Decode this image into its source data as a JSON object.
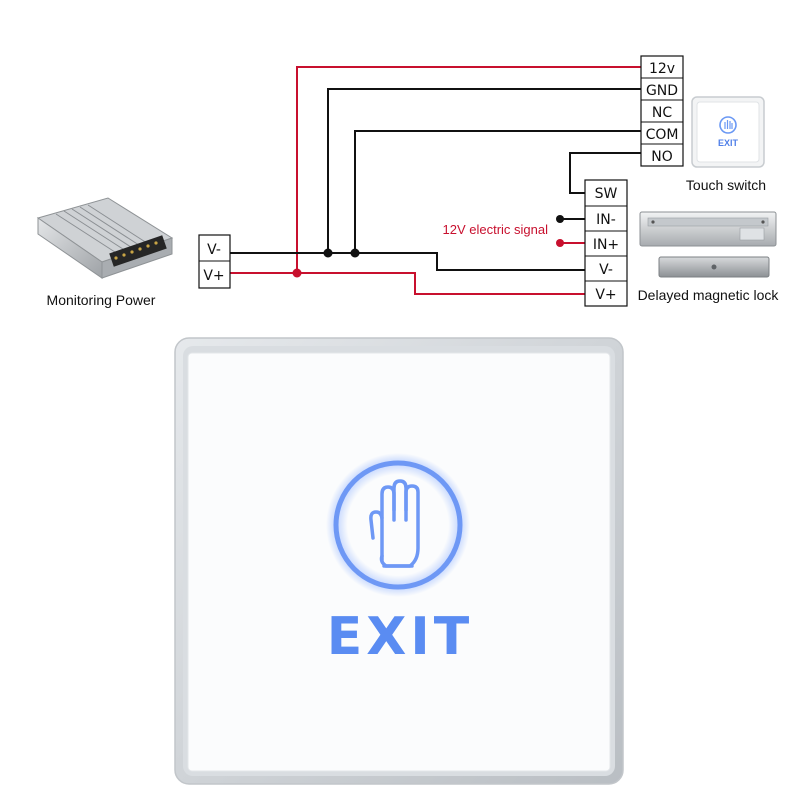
{
  "colors": {
    "positive_wire": "#c8102e",
    "negative_wire": "#111111",
    "exit_glow": "#5b8ef0",
    "signal_text": "#c8102e"
  },
  "controller": {
    "terminals": [
      "12v",
      "GND",
      "NC",
      "COM",
      "NO"
    ]
  },
  "lock": {
    "terminals": [
      "SW",
      "IN-",
      "IN+",
      "V-",
      "V+"
    ]
  },
  "power_supply": {
    "terminals": [
      "V-",
      "V+"
    ],
    "label": "Monitoring Power"
  },
  "labels": {
    "touch_switch": "Touch switch",
    "delayed_lock": "Delayed magnetic lock",
    "signal": "12V electric signal"
  },
  "button": {
    "exit_text": "EXIT",
    "thumbnail_exit_text": "EXIT",
    "icon": "hand-icon"
  }
}
